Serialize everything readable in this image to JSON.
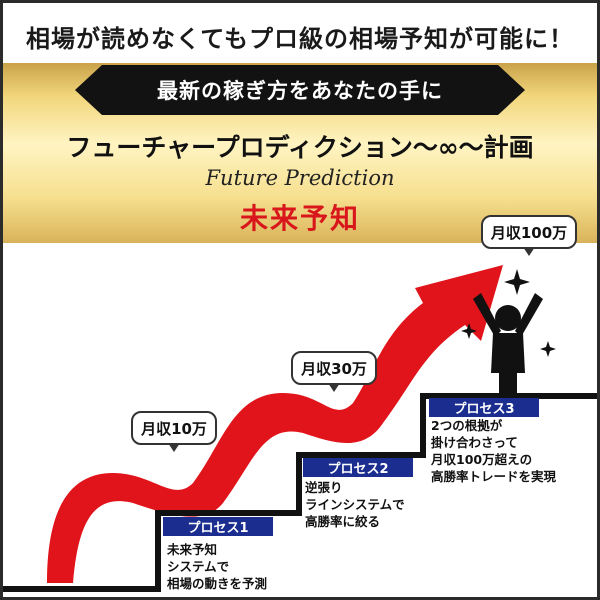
{
  "header": {
    "headline": "相場が読めなくてもプロ級の相場予知が可能に！",
    "banner": "最新の稼ぎ方をあなたの手に",
    "title": "フューチャープロディクション〜∞〜計画",
    "subtitle": "Future Prediction",
    "red_title": "未来予知"
  },
  "bubbles": [
    {
      "label": "月収10万"
    },
    {
      "label": "月収30万"
    },
    {
      "label": "月収100万"
    }
  ],
  "processes": [
    {
      "label": "プロセス1",
      "lines": [
        "未来予知",
        "システムで",
        "相場の動きを予測"
      ]
    },
    {
      "label": "プロセス2",
      "lines": [
        "逆張り",
        "ラインシステムで",
        "高勝率に絞る"
      ]
    },
    {
      "label": "プロセス3",
      "lines": [
        "2つの根拠が",
        "掛け合わさって",
        "月収100万超えの",
        "高勝率トレードを実現"
      ]
    }
  ],
  "colors": {
    "arrow_red": "#e0141a",
    "process_blue": "#1b2e8f",
    "title_red": "#d8161b",
    "stairs_black": "#111111"
  },
  "icons": [
    "sparkle-icon",
    "celebrating-person-icon"
  ]
}
